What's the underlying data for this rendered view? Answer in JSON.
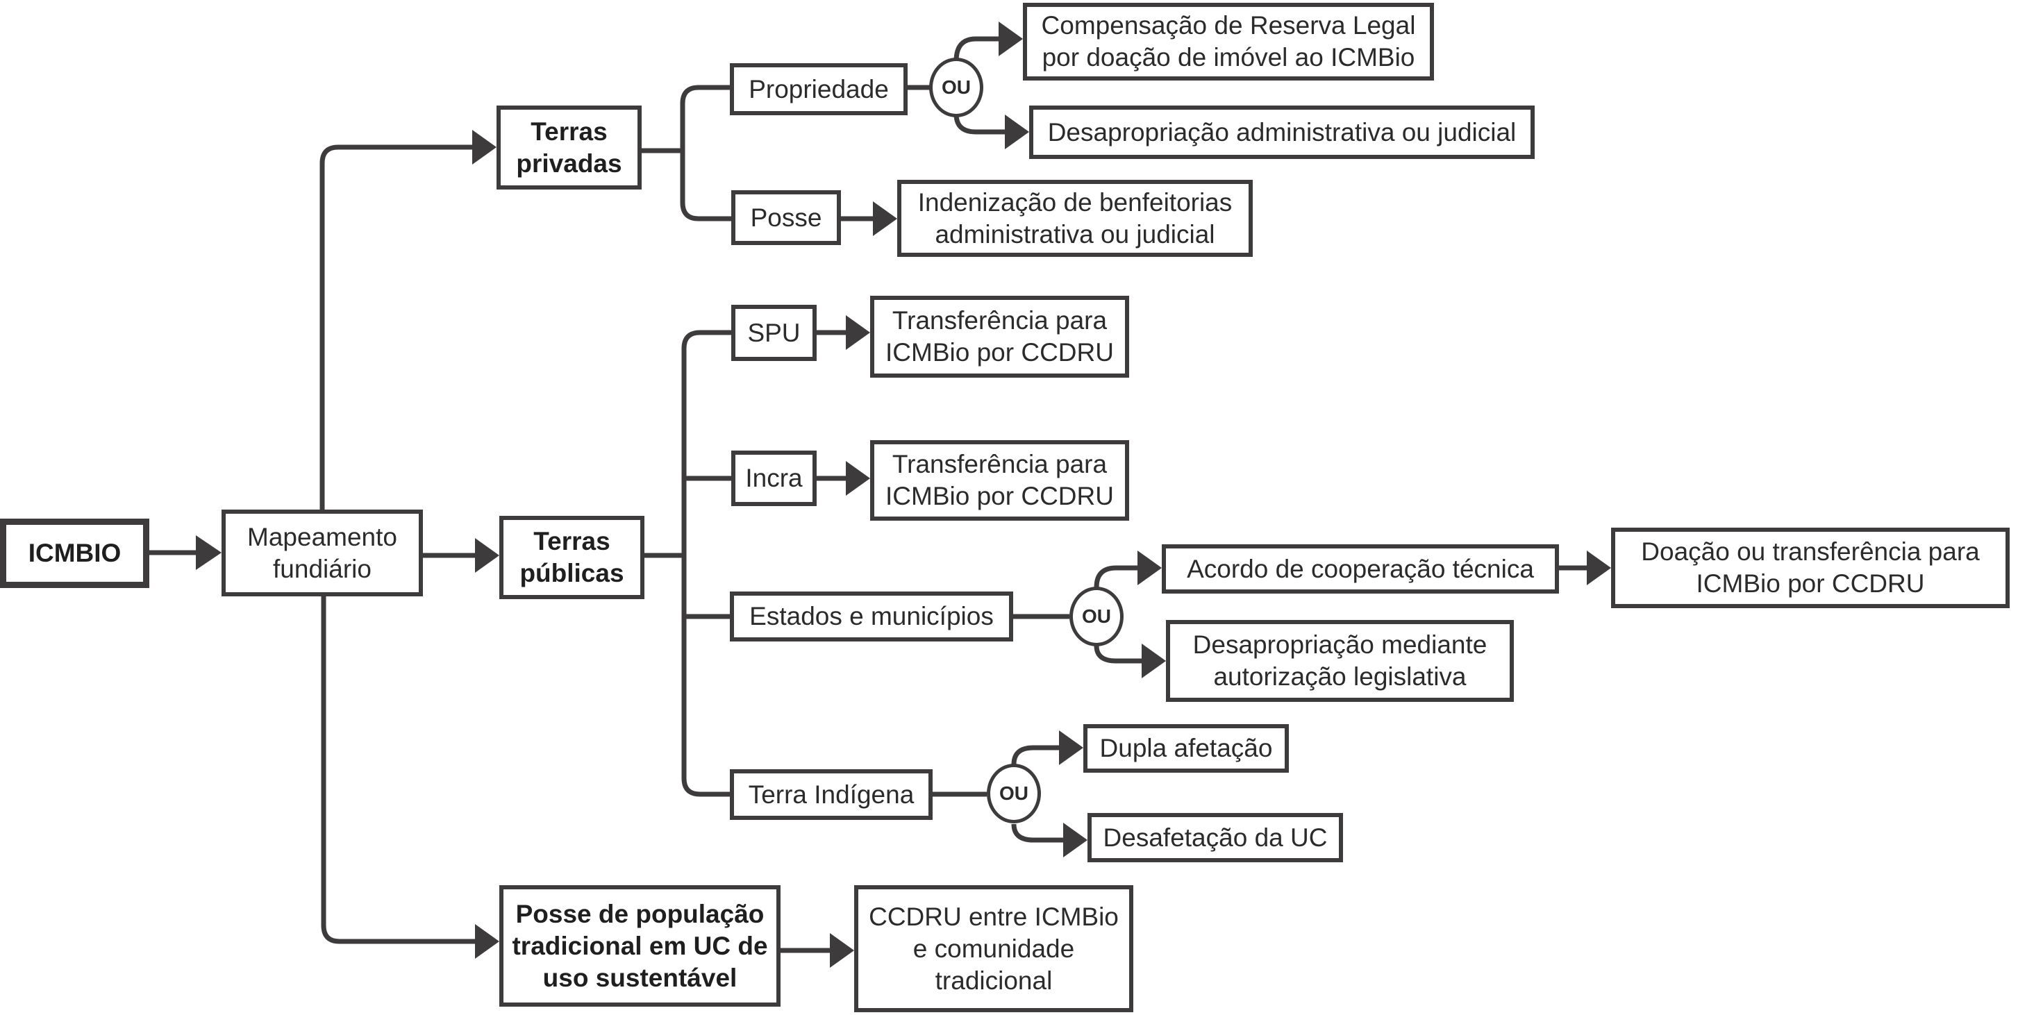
{
  "diagram": {
    "root": "ICMBIO",
    "mapping": "Mapeamento\nfundiário",
    "categories": {
      "private": "Terras\nprivadas",
      "public": "Terras\npúblicas",
      "traditional": "Posse de população\ntradicional em UC de\nuso sustentável"
    },
    "private": {
      "property": "Propriedade",
      "possession": "Posse",
      "property_options": [
        "Compensação de Reserva Legal\npor doação de imóvel ao ICMBio",
        "Desapropriação administrativa ou judicial"
      ],
      "possession_outcome": "Indenização de benfeitorias\nadministrativa ou judicial"
    },
    "public": {
      "spu": "SPU",
      "spu_outcome": "Transferência para\nICMBio por CCDRU",
      "incra": "Incra",
      "incra_outcome": "Transferência para\nICMBio por CCDRU",
      "states": "Estados e municípios",
      "states_options": [
        "Acordo de cooperação técnica",
        "Desapropriação mediante\nautorização legislativa"
      ],
      "states_final": "Doação ou transferência para\nICMBio por CCDRU",
      "indigenous": "Terra Indígena",
      "indigenous_options": [
        "Dupla afetação",
        "Desafetação da UC"
      ]
    },
    "traditional_outcome": "CCDRU entre ICMBio\ne comunidade\ntradicional",
    "or_label": "OU"
  }
}
